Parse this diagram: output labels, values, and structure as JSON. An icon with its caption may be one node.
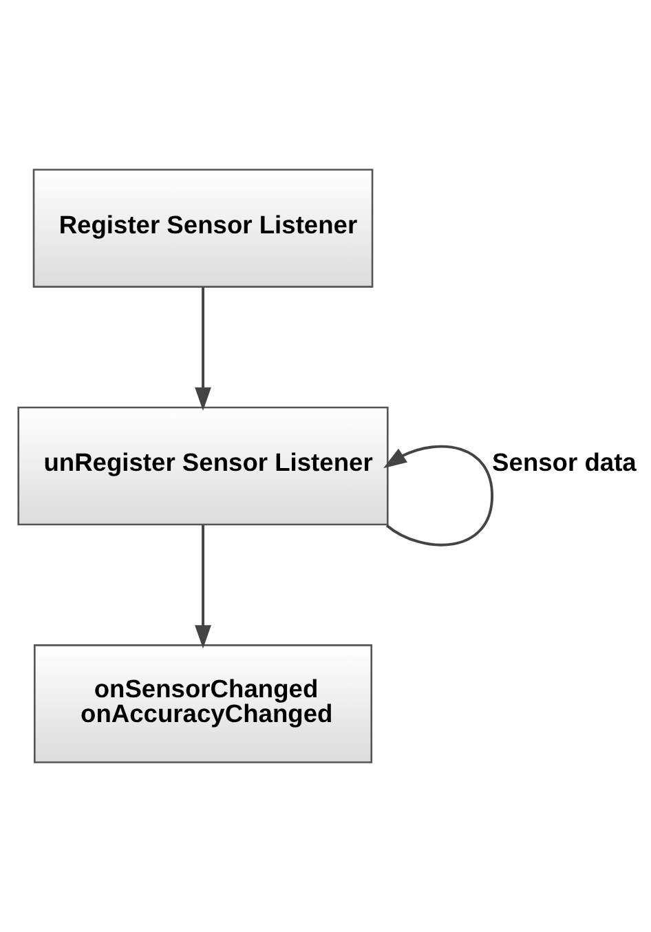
{
  "diagram": {
    "nodes": [
      {
        "text": [
          "Register Sensor Listener"
        ]
      },
      {
        "text": [
          "unRegister Sensor Listener"
        ]
      },
      {
        "text": [
          "onSensorChanged",
          "onAccuracyChanged"
        ]
      }
    ],
    "edges": [
      {
        "from": 0,
        "to": 1,
        "arrow": "to"
      },
      {
        "from": 1,
        "to": 2,
        "arrow": "to"
      },
      {
        "from": 1,
        "to": 1,
        "arrow": "to",
        "label": "Sensor data"
      }
    ]
  }
}
